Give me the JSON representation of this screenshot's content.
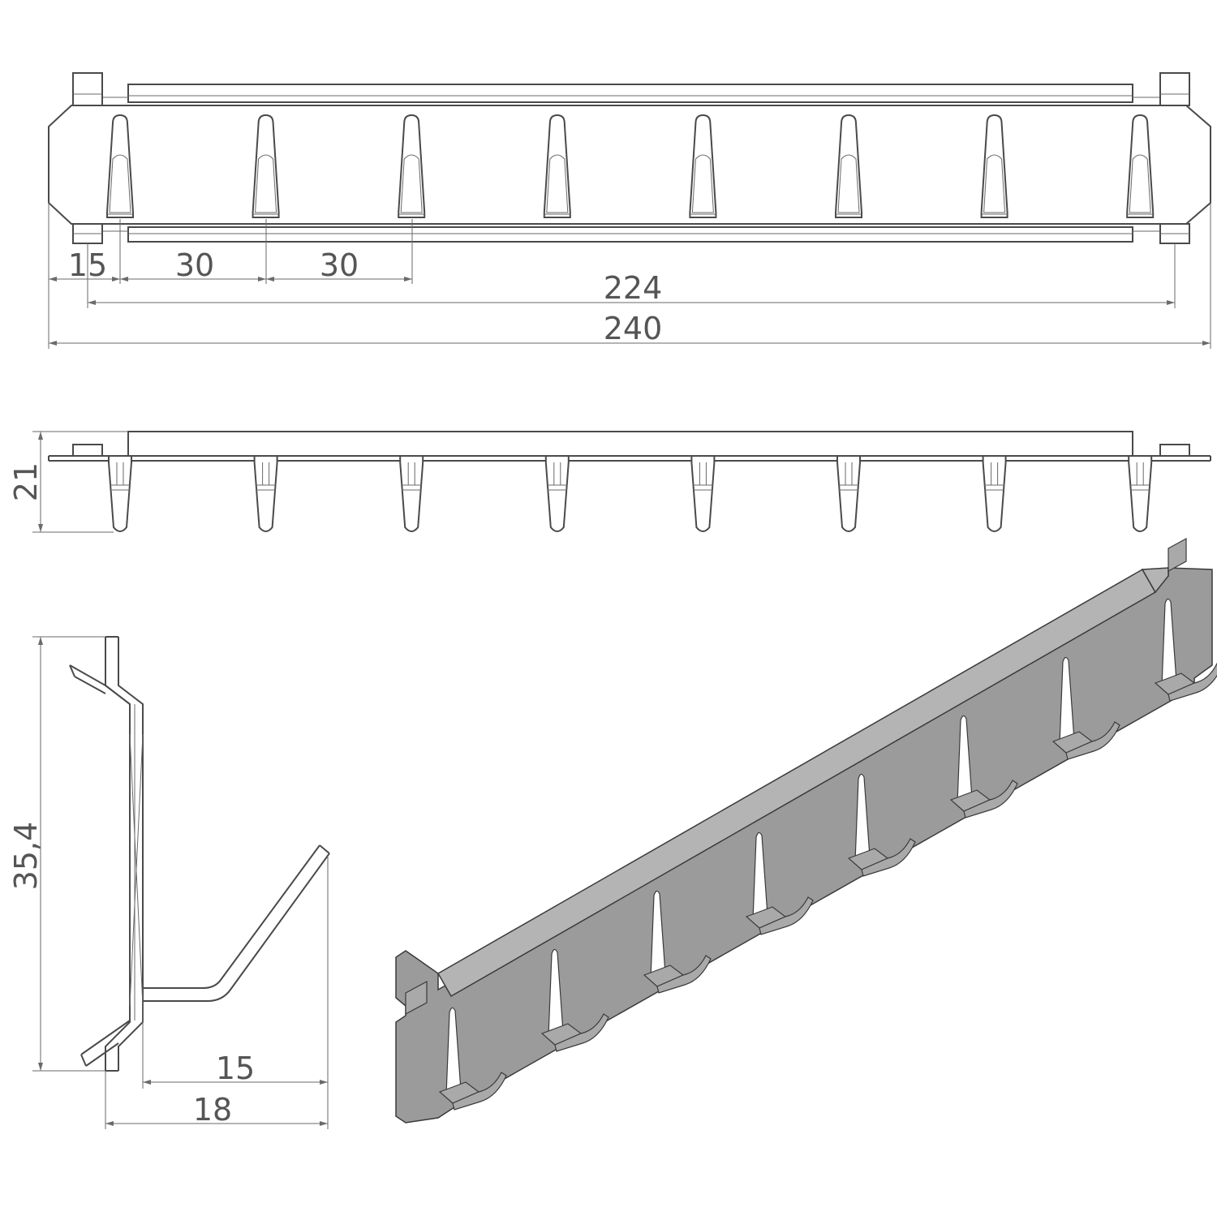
{
  "dimensions": {
    "top_view": {
      "d_15": "15",
      "d_30_a": "30",
      "d_30_b": "30",
      "d_224": "224",
      "d_240": "240"
    },
    "front_view": {
      "d_21": "21"
    },
    "side_view": {
      "d_35_4": "35,4",
      "d_15": "15",
      "d_18": "18"
    }
  },
  "hook_count": 8,
  "colors": {
    "line": "#4a4a4a",
    "dimension": "#6a6a6a",
    "iso_face": "#9b9b9b",
    "iso_top": "#b4b4b4"
  }
}
